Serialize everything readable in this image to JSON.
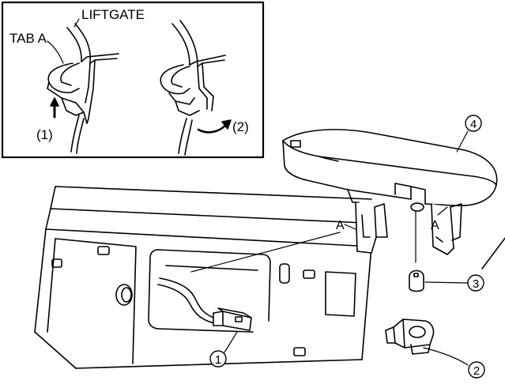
{
  "inset": {
    "liftgate_label": "LIFTGATE",
    "tab_label": "TAB A",
    "step1_label": "(1)",
    "step2_label": "(2)"
  },
  "callouts": {
    "part1": "1",
    "part2": "2",
    "part3": "3",
    "part4": "4",
    "tab_a_left": "A",
    "tab_a_right": "A"
  },
  "colors": {
    "ink": "#000000",
    "paper": "#ffffff"
  }
}
